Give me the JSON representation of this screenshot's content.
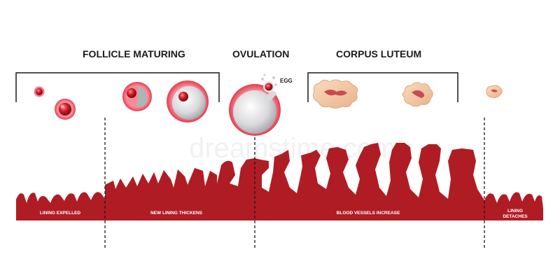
{
  "headings": {
    "follicle": "FOLLICLE MATURING",
    "ovulation": "OVULATION",
    "corpus": "CORPUS LUTEUM"
  },
  "egg_label": "EGG",
  "phases": {
    "expelled": "LINING EXPELLED",
    "thickens": "NEW LINING THICKENS",
    "vessels": "BLOOD VESSELS INCREASE",
    "detaches_1": "LINING",
    "detaches_2": "DETACHES"
  },
  "watermark": "dreamstime.com",
  "colors": {
    "lining": "#b01c24",
    "follicle_ring": "#ee5a6b",
    "egg": "#c0141c",
    "corpus": "#f3c4a0",
    "text": "#1a1a1a"
  }
}
